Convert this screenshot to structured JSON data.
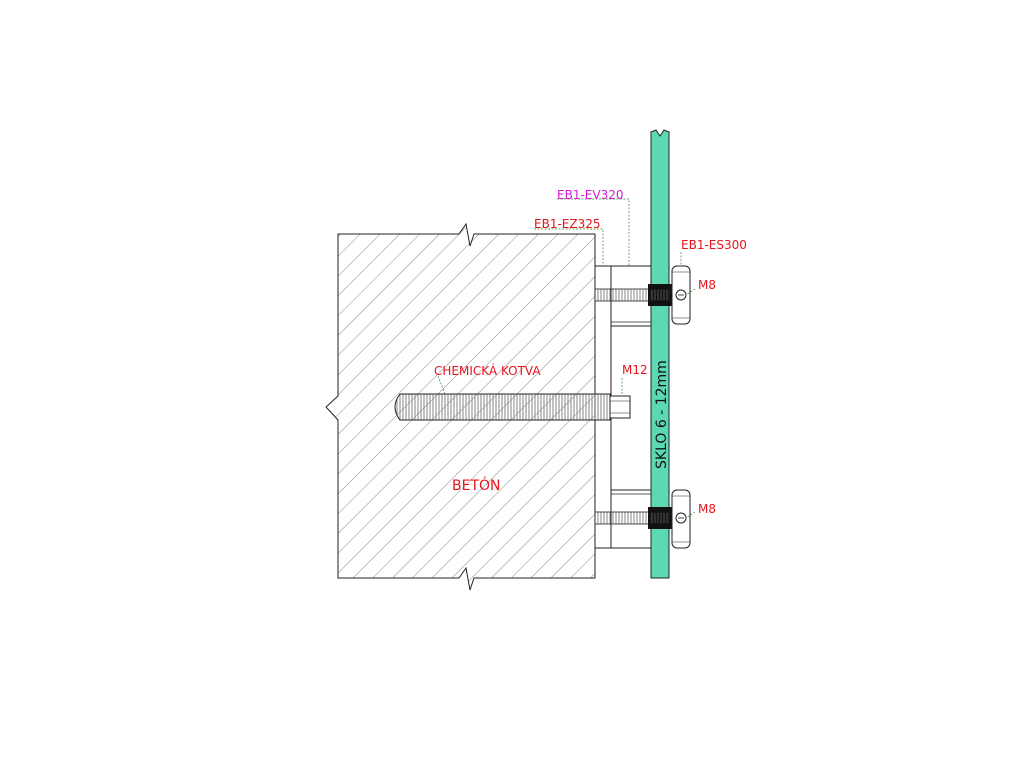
{
  "labels": {
    "ev320": "EB1-EV320",
    "ez325": "EB1-EZ325",
    "es300": "EB1-ES300",
    "m8_top": "M8",
    "m8_bottom": "M8",
    "m12": "M12",
    "anchor": "CHEMICKÁ KOTVA",
    "concrete": "BETÓN",
    "glass": "SKLO  6 - 12mm"
  },
  "colors": {
    "glass": "#5cd9b3",
    "red_label": "#e8141c",
    "magenta_label": "#d21bd6",
    "leader": "#2a8a2a",
    "outline": "#222222",
    "washer": "#111111"
  }
}
